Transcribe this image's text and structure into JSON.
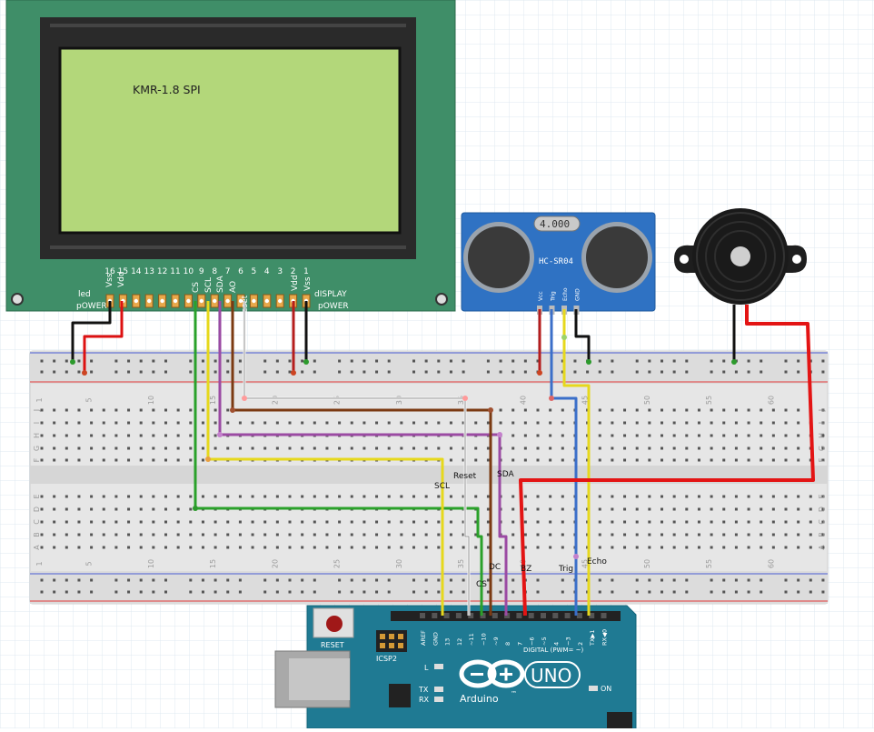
{
  "lcd": {
    "model_text": "KMR-1.8 SPI",
    "pin_numbers": [
      "16",
      "15",
      "14",
      "13",
      "12",
      "11",
      "10",
      "9",
      "8",
      "7",
      "6",
      "5",
      "4",
      "3",
      "2",
      "1"
    ],
    "top_labels": {
      "vss_left": "Vss",
      "vdd_left": "Vdd",
      "cs": "CS",
      "scl": "SCL",
      "sda": "SDA",
      "ao": "AO",
      "reset": "Reset",
      "vdd_right": "Vdd",
      "vss_right": "Vss"
    },
    "led_power_line1": "led",
    "led_power_line2": "pOWER",
    "display_power_line1": "dISPLAY",
    "display_power_line2": "pOWER"
  },
  "sensor": {
    "crystal": "4.000",
    "model": "HC-SR04",
    "pins": [
      "Vcc",
      "Trig",
      "Echo",
      "GND"
    ]
  },
  "breadboard": {
    "column_numbers": [
      "1",
      "5",
      "10",
      "15",
      "20",
      "25",
      "30",
      "35",
      "40",
      "45",
      "50",
      "55",
      "60"
    ],
    "row_letters_top": [
      "J",
      "I",
      "H",
      "G",
      "F"
    ],
    "row_letters_bottom": [
      "E",
      "D",
      "C",
      "B",
      "A"
    ]
  },
  "wire_labels": {
    "scl": "SCL",
    "reset": "Reset",
    "sda": "SDA",
    "cs": "CS",
    "dc": "DC",
    "bz": "BZ",
    "trig": "Trig",
    "echo": "Echo"
  },
  "arduino": {
    "reset": "RESET",
    "icsp": "ICSP2",
    "l": "L",
    "tx": "TX",
    "rx": "RX",
    "on": "ON",
    "brand": "Arduino",
    "tm": "™",
    "uno": "UNO",
    "digital": "DIGITAL (PWM= ~)",
    "header_pins": [
      "AREF",
      "GND",
      "13",
      "12",
      "~11",
      "~10",
      "~9",
      "8",
      "7",
      "~6",
      "~5",
      "4",
      "~3",
      "2",
      "TX▶1",
      "RX◀0"
    ]
  }
}
